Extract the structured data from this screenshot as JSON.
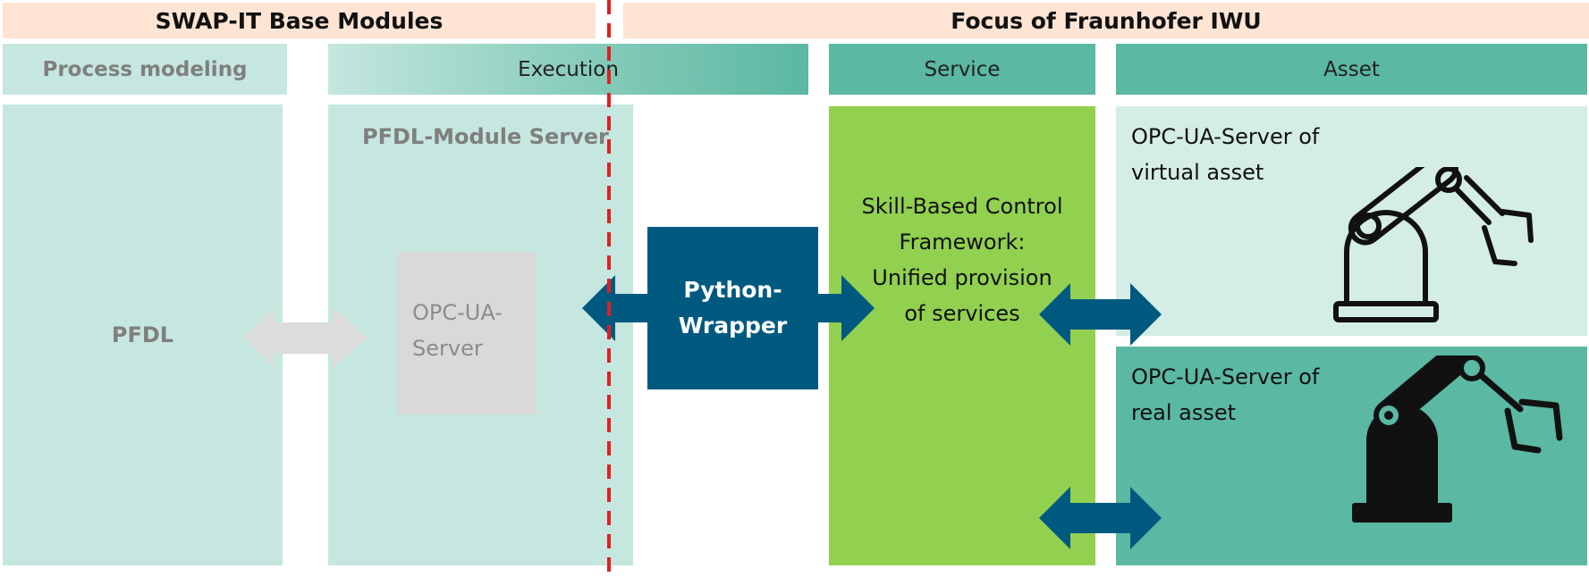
{
  "banners": {
    "base_modules": "SWAP-IT Base Modules",
    "focus": "Focus of Fraunhofer IWU"
  },
  "columns": {
    "process_modeling": "Process modeling",
    "execution": "Execution",
    "service": "Service",
    "asset": "Asset"
  },
  "nodes": {
    "pfdl": "PFDL",
    "pfdl_module_server": "PFDL-Module Server",
    "opcua_server_line1": "OPC-UA-",
    "opcua_server_line2": "Server",
    "python_wrapper_line1": "Python-",
    "python_wrapper_line2": "Wrapper",
    "skill_line1": "Skill-Based Control",
    "skill_line2": "Framework:",
    "skill_line3": "Unified provision",
    "skill_line4": "of services",
    "virtual_line1": "OPC-UA-Server of",
    "virtual_line2": "virtual asset",
    "real_line1": "OPC-UA-Server of",
    "real_line2": "real asset"
  },
  "icons": {
    "virtual_robot": "robot-arm-outline-icon",
    "real_robot": "robot-arm-filled-icon"
  },
  "colors": {
    "banner": "#fde4d3",
    "light_teal": "#c5e7df",
    "teal": "#5bb8a2",
    "green": "#92d050",
    "dark_blue": "#005a80",
    "grey_box": "#d9d9d9",
    "grey_text": "#7f7f7f",
    "divider_red": "#e02020"
  }
}
